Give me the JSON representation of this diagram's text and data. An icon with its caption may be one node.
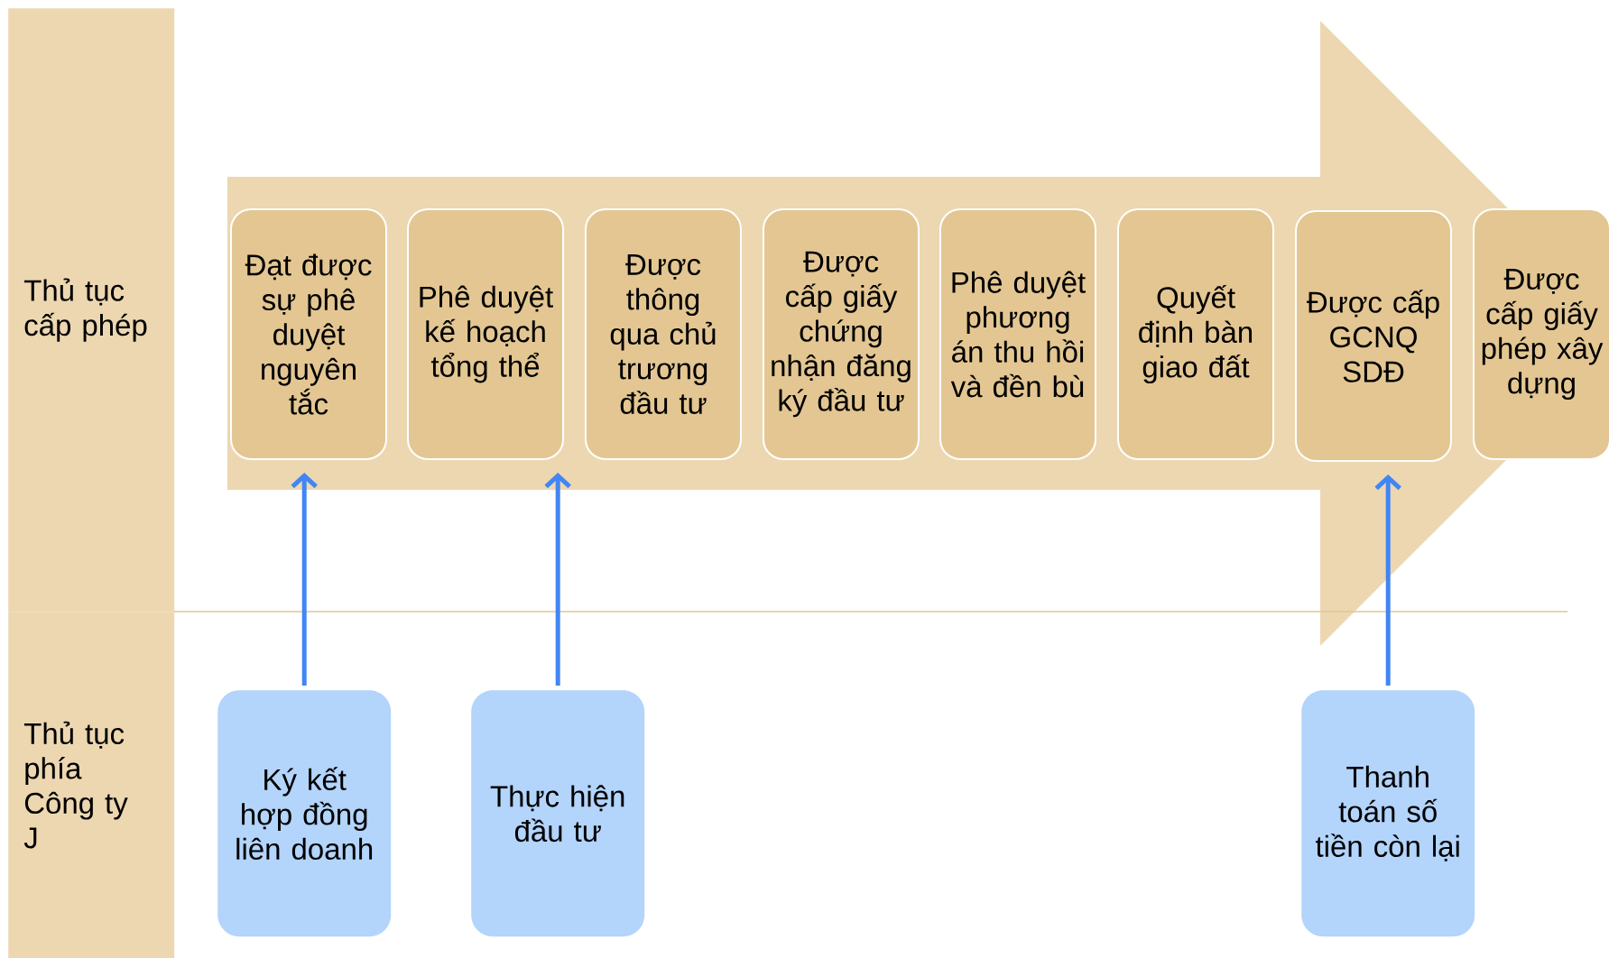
{
  "diagram": {
    "nodes": [
      {
        "text": [
          "Thủ tục cấp phép"
        ]
      },
      {
        "text": [
          "Thủ tục phía Công ty J"
        ]
      },
      {
        "text": [
          "Đạt được sự phê duyệt nguyên tắc"
        ]
      },
      {
        "text": [
          "Phê duyệt kế hoạch tổng thể"
        ]
      },
      {
        "text": [
          "Được thông qua chủ trương đầu tư"
        ]
      },
      {
        "text": [
          "Được cấp giấy chứng nhận đăng ký đầu tư"
        ]
      },
      {
        "text": [
          "Phê duyệt phương án thu hồi và đền bù"
        ]
      },
      {
        "text": [
          "Quyết định bàn giao đất"
        ]
      },
      {
        "text": [
          "Được cấp GCNQ SDĐ"
        ]
      },
      {
        "text": [
          "Được cấp giấy phép xây dựng"
        ]
      },
      {
        "text": [
          "Ký kết hợp đồng liên doanh"
        ]
      },
      {
        "text": [
          "Thực hiện đầu tư"
        ]
      },
      {
        "text": [
          "Thanh toán số tiền còn lại"
        ]
      }
    ],
    "edges": [
      {
        "from": 10,
        "to": 2,
        "arrow": "to"
      },
      {
        "from": 11,
        "to": 3,
        "arrow": "to"
      },
      {
        "from": 12,
        "to": 8,
        "arrow": "to"
      }
    ]
  }
}
